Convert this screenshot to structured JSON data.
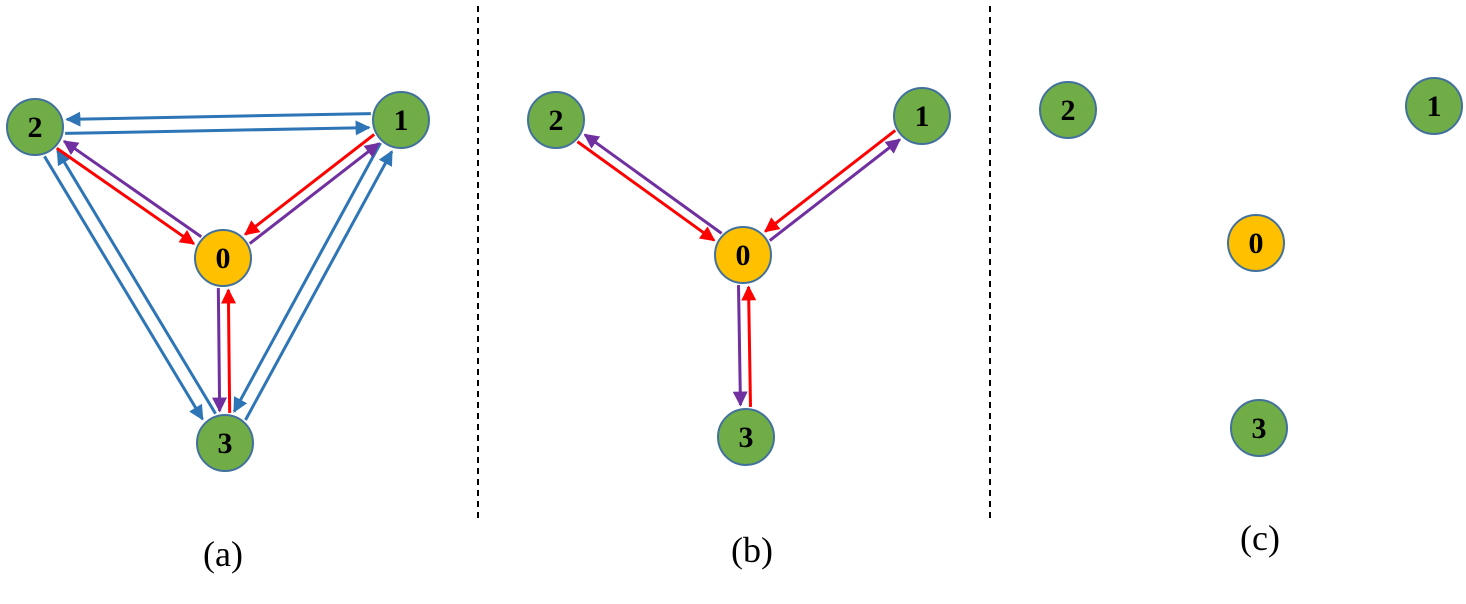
{
  "colors": {
    "node_green": "#70AD47",
    "node_orange": "#FFC000",
    "node_stroke": "#41719C",
    "edge_blue": "#2E75B6",
    "edge_red": "#FF0000",
    "edge_purple": "#7030A0",
    "divider": "#000000"
  },
  "panels": [
    {
      "caption": "(a)",
      "nodes": [
        "0",
        "1",
        "2",
        "3"
      ],
      "edges": [
        {
          "from": "1",
          "to": "2",
          "color": "blue"
        },
        {
          "from": "2",
          "to": "1",
          "color": "blue"
        },
        {
          "from": "3",
          "to": "2",
          "color": "blue"
        },
        {
          "from": "2",
          "to": "3",
          "color": "blue"
        },
        {
          "from": "1",
          "to": "3",
          "color": "blue"
        },
        {
          "from": "3",
          "to": "1",
          "color": "blue"
        },
        {
          "from": "2",
          "to": "0",
          "color": "red"
        },
        {
          "from": "0",
          "to": "2",
          "color": "purple"
        },
        {
          "from": "1",
          "to": "0",
          "color": "red"
        },
        {
          "from": "0",
          "to": "1",
          "color": "purple"
        },
        {
          "from": "3",
          "to": "0",
          "color": "red"
        },
        {
          "from": "0",
          "to": "3",
          "color": "purple"
        }
      ]
    },
    {
      "caption": "(b)",
      "nodes": [
        "0",
        "1",
        "2",
        "3"
      ],
      "edges": [
        {
          "from": "2",
          "to": "0",
          "color": "red"
        },
        {
          "from": "0",
          "to": "2",
          "color": "purple"
        },
        {
          "from": "1",
          "to": "0",
          "color": "red"
        },
        {
          "from": "0",
          "to": "1",
          "color": "purple"
        },
        {
          "from": "3",
          "to": "0",
          "color": "red"
        },
        {
          "from": "0",
          "to": "3",
          "color": "purple"
        }
      ]
    },
    {
      "caption": "(c)",
      "nodes": [
        "0",
        "1",
        "2",
        "3"
      ],
      "edges": []
    }
  ]
}
